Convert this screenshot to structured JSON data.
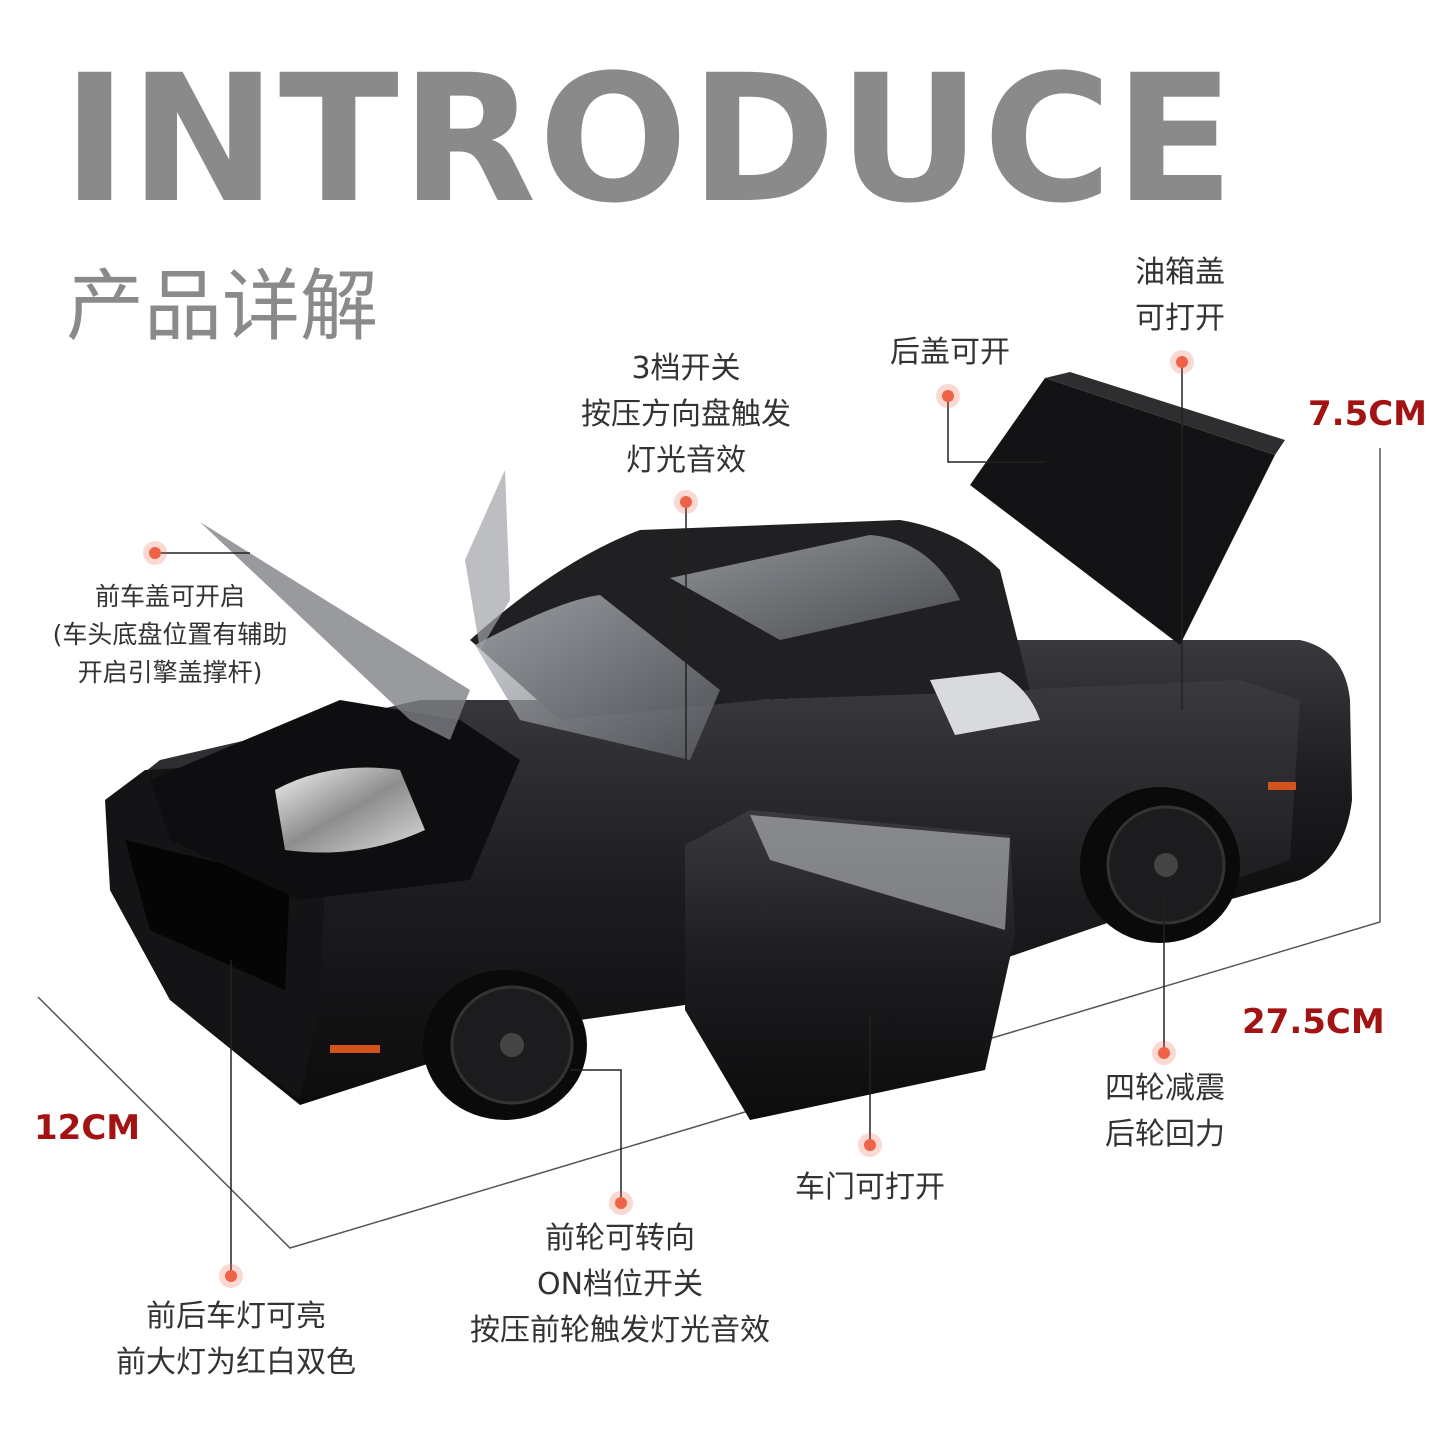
{
  "heading": {
    "title": "INTRODUCE",
    "subtitle": "产品详解"
  },
  "features": {
    "hood": [
      "前车盖可开启",
      "(车头底盘位置有辅助",
      "开启引擎盖撑杆)"
    ],
    "steering": [
      "3档开关",
      "按压方向盘触发",
      "灯光音效"
    ],
    "trunk": [
      "后盖可开"
    ],
    "fuel_cap": [
      "油箱盖",
      "可打开"
    ],
    "suspension": [
      "四轮减震",
      "后轮回力"
    ],
    "door": [
      "车门可打开"
    ],
    "front_wheel": [
      "前轮可转向",
      "ON档位开关",
      "按压前轮触发灯光音效"
    ],
    "lights": [
      "前后车灯可亮",
      "前大灯为红白双色"
    ]
  },
  "dimensions": {
    "height": "7.5CM",
    "length": "27.5CM",
    "width": "12CM"
  },
  "colors": {
    "title_gray": "#8a8a8a",
    "dimension_red": "#a31313",
    "marker_orange": "#ee6346",
    "car_body": "#1a1a1c"
  }
}
